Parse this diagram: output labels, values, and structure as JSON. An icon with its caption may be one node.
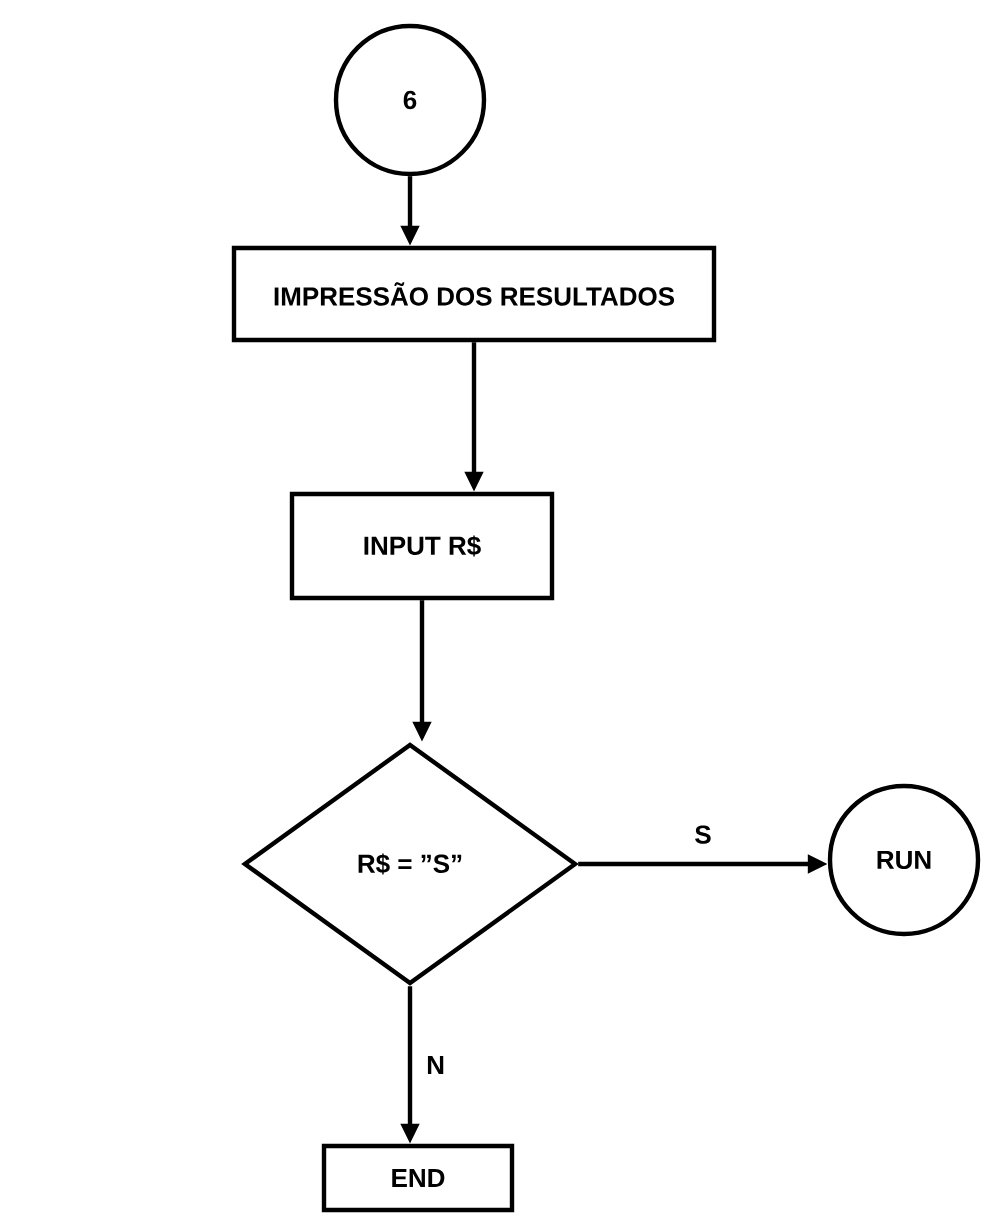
{
  "diagram": {
    "nodes": [
      {
        "text": [
          "6"
        ]
      },
      {
        "text": [
          "IMPRESSÃO DOS RESULTADOS"
        ]
      },
      {
        "text": [
          "INPUT R$"
        ]
      },
      {
        "text": [
          "R$ = ”S”"
        ]
      },
      {
        "text": [
          "RUN"
        ]
      },
      {
        "text": [
          "END"
        ]
      }
    ],
    "edges": [
      {
        "from": 0,
        "to": 1,
        "arrow": "to"
      },
      {
        "from": 1,
        "to": 2,
        "arrow": "to"
      },
      {
        "from": 2,
        "to": 3,
        "arrow": "to"
      },
      {
        "from": 3,
        "to": 4,
        "arrow": "to",
        "label": "S"
      },
      {
        "from": 3,
        "to": 5,
        "arrow": "to",
        "label": "N"
      }
    ]
  }
}
